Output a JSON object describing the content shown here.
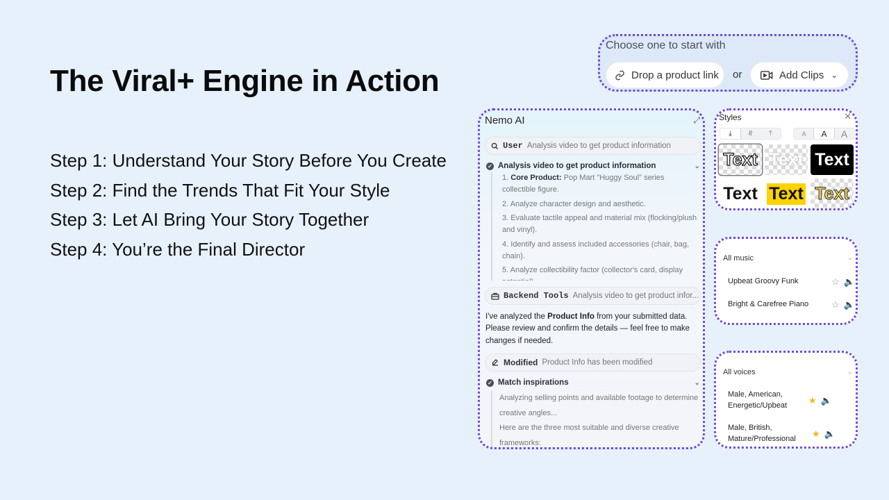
{
  "slide": {
    "title": "The Viral+ Engine in Action",
    "steps": [
      "Step 1: Understand Your Story Before You Create",
      "Step 2: Find the Trends That Fit Your Style",
      "Step 3: Let AI Bring Your Story Together",
      "Step 4: You’re the Final Director"
    ]
  },
  "choose": {
    "title": "Choose one to start with",
    "link_label": "Drop a product link",
    "or": "or",
    "clips_label": "Add Clips"
  },
  "nemo": {
    "title": "Nemo AI",
    "user_tag": "User",
    "user_text": "Analysis video to get product information",
    "analysis_head": "Analysis video to get product information",
    "analysis_items": [
      {
        "num": "1.",
        "bold": "Core Product:",
        "text": " Pop Mart \"Huggy Soul\" series collectible figure."
      },
      {
        "num": "2.",
        "bold": "",
        "text": "Analyze character design and aesthetic."
      },
      {
        "num": "3.",
        "bold": "",
        "text": "Evaluate tactile appeal and material mix (flocking/plush and vinyl)."
      },
      {
        "num": "4.",
        "bold": "",
        "text": "Identify and assess included accessories (chair, bag, chain)."
      },
      {
        "num": "5.",
        "bold": "",
        "text": "Analyze collectibility factor (collector's card, display potential)."
      }
    ],
    "backend_tag": "Backend Tools",
    "backend_text": "Analysis video to get product infor...",
    "message_pre": "I've analyzed the ",
    "message_bold": "Product Info",
    "message_post": " from your submitted data. Please review and confirm the details — feel free to make changes if needed.",
    "modified_tag": "Modified",
    "modified_text": "Product Info has been modified",
    "match_head": "Match inspirations",
    "match_p1": "Analyzing selling points and available footage to determine creative angles...",
    "match_p2": "Here are the three most suitable and diverse creative frameworks:"
  },
  "styles": {
    "title": "Styles",
    "tile_text": "Text",
    "size_small": "A",
    "size_medium": "A",
    "size_large": "A"
  },
  "music": {
    "filter": "All music",
    "tracks": [
      "Upbeat Groovy Funk",
      "Bright & Carefree Piano"
    ]
  },
  "voices": {
    "filter": "All voices",
    "items": [
      "Male, American, Energetic/Upbeat",
      "Male, British, Mature/Professional"
    ]
  },
  "colors": {
    "background": "#e7f1fb",
    "dotted_border": "#6a4be0",
    "star_active": "#f2b61d",
    "highlight_yellow": "#ffd200"
  }
}
